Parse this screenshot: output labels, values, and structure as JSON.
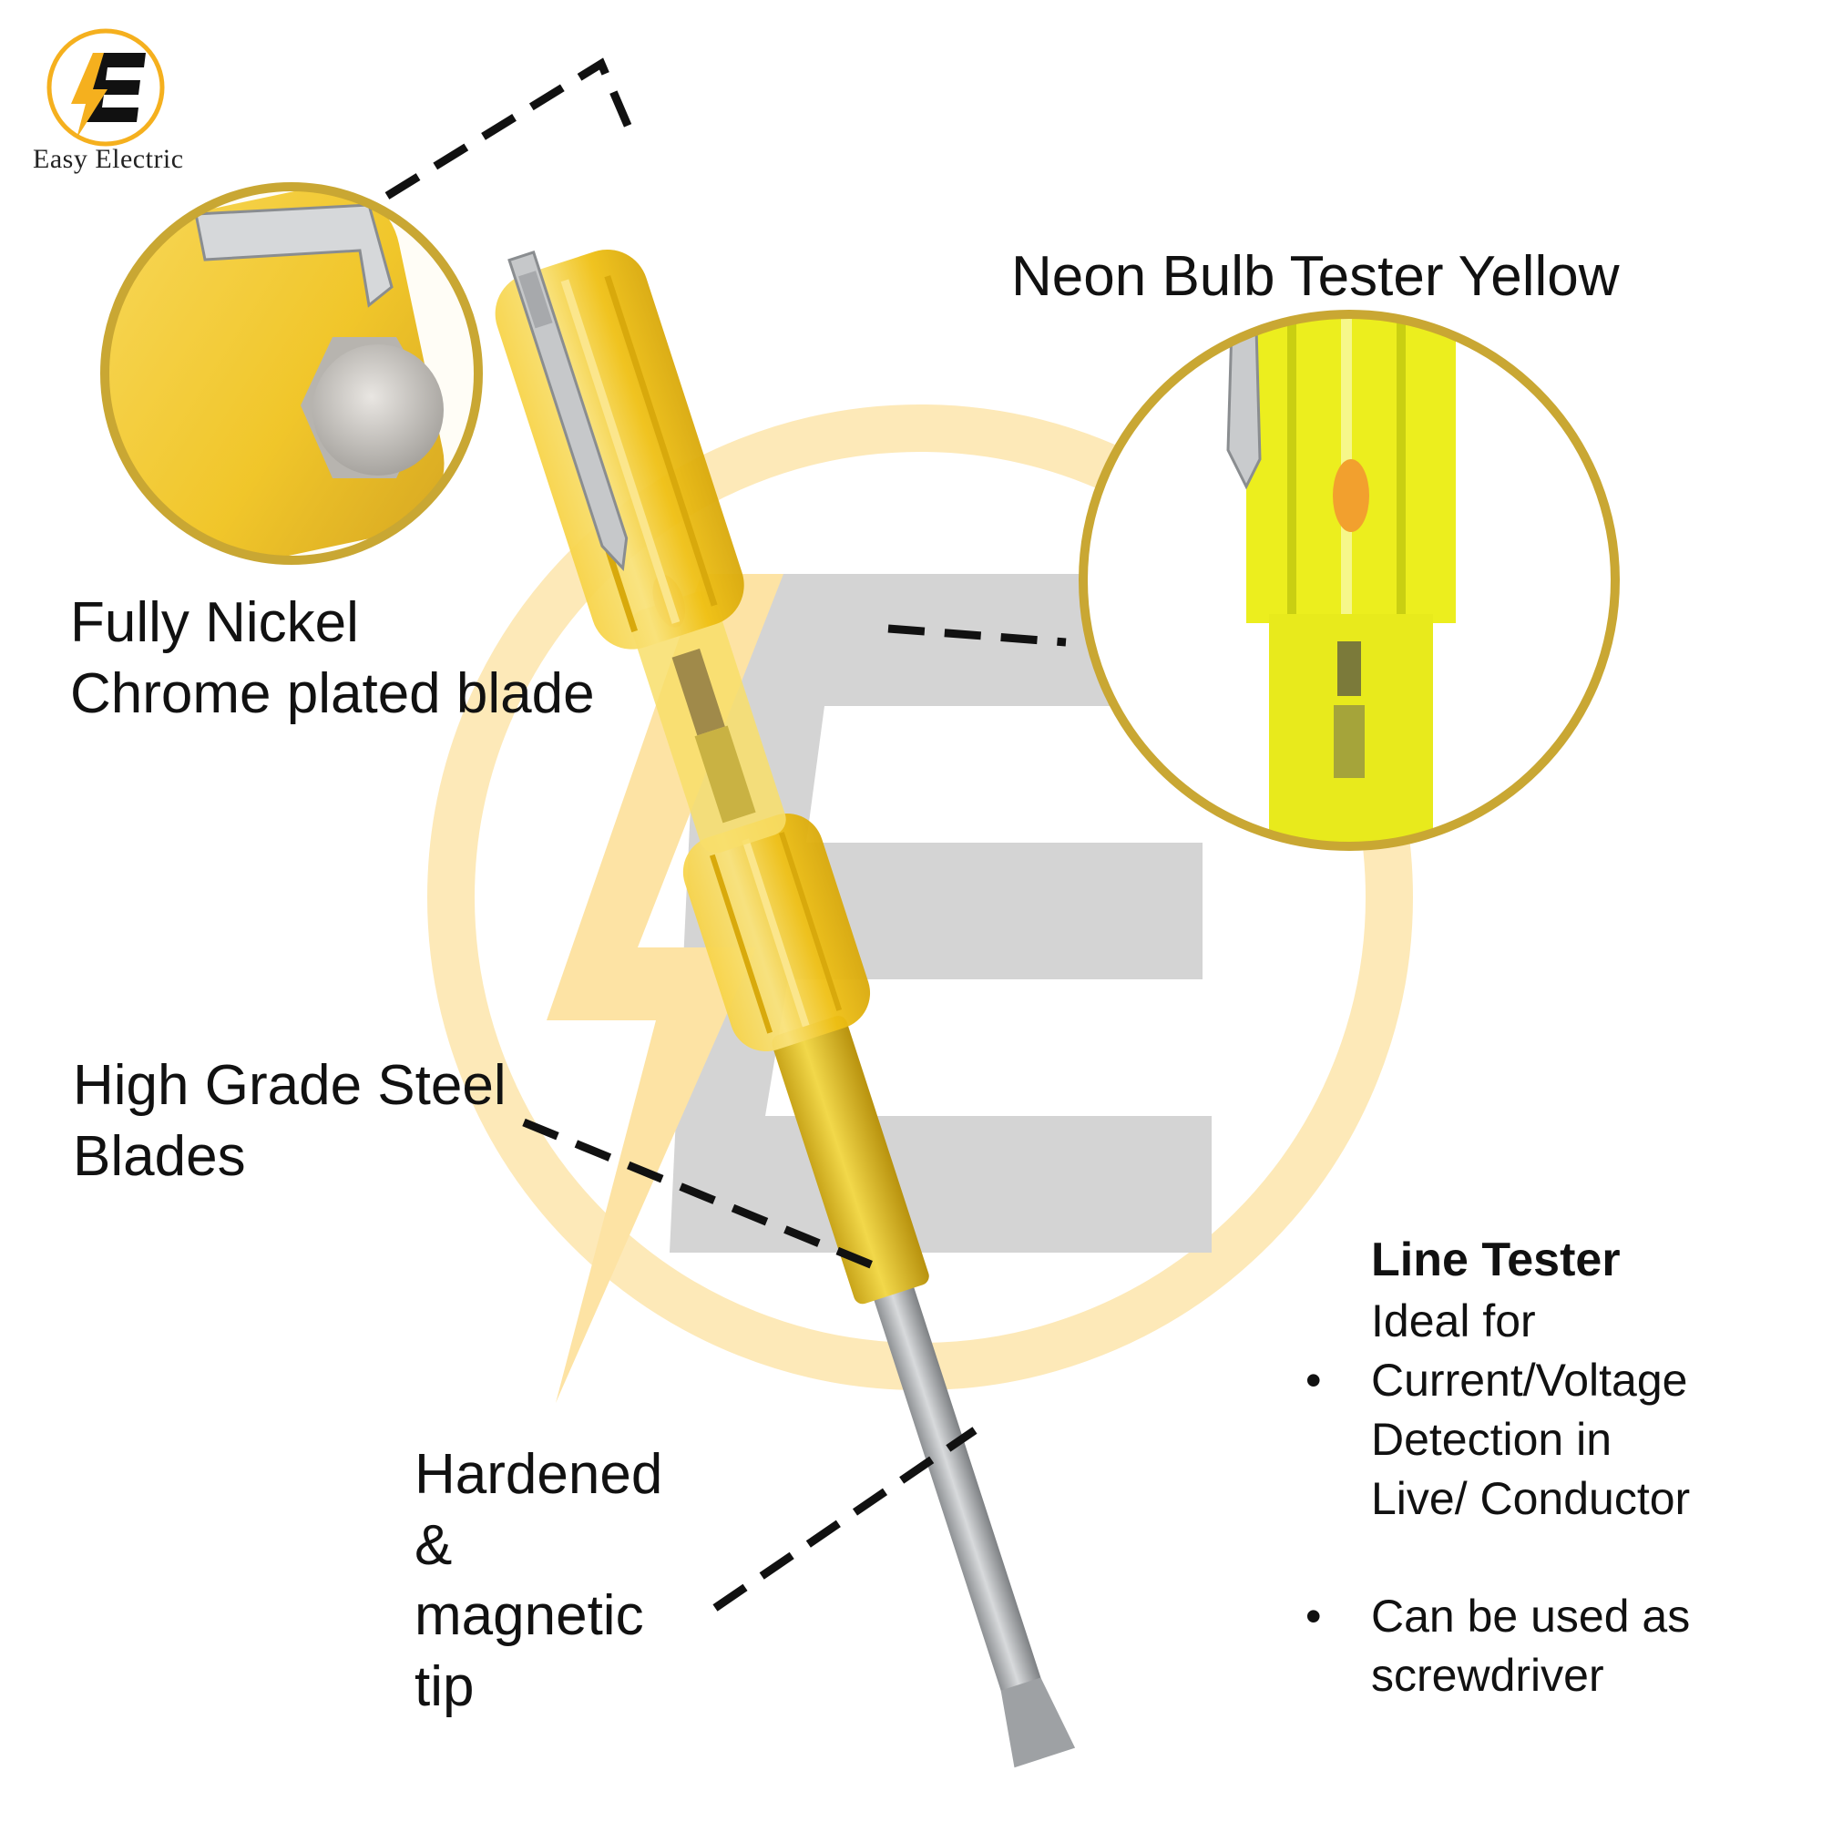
{
  "brand": {
    "name": "Easy Electric",
    "logo_letter": "E",
    "logo_icon": "lightning-bolt-icon",
    "colors": {
      "accent": "#f5b01e",
      "ring": "#c9a733",
      "dark": "#111111",
      "watermark_grey": "#d6d6d6"
    }
  },
  "product": {
    "name": "Line Tester",
    "handle_color": "#f3c515",
    "blade_color": "#b4b6b8"
  },
  "callouts": {
    "nickel": {
      "line1": "Fully Nickel",
      "line2": "Chrome plated blade"
    },
    "neon": {
      "label": "Neon Bulb Tester Yellow"
    },
    "steel": {
      "line1": "High Grade Steel",
      "line2": "Blades"
    },
    "tip": {
      "line1": "Hardened",
      "line2": "&",
      "line3": "magnetic",
      "line4": "tip"
    }
  },
  "info": {
    "title": "Line Tester",
    "intro": "Ideal for",
    "bullets": [
      {
        "line1": "Current/Voltage",
        "line2": "Detection in",
        "line3": "Live/ Conductor"
      },
      {
        "line1": "Can be used as",
        "line2": "screwdriver"
      }
    ]
  }
}
